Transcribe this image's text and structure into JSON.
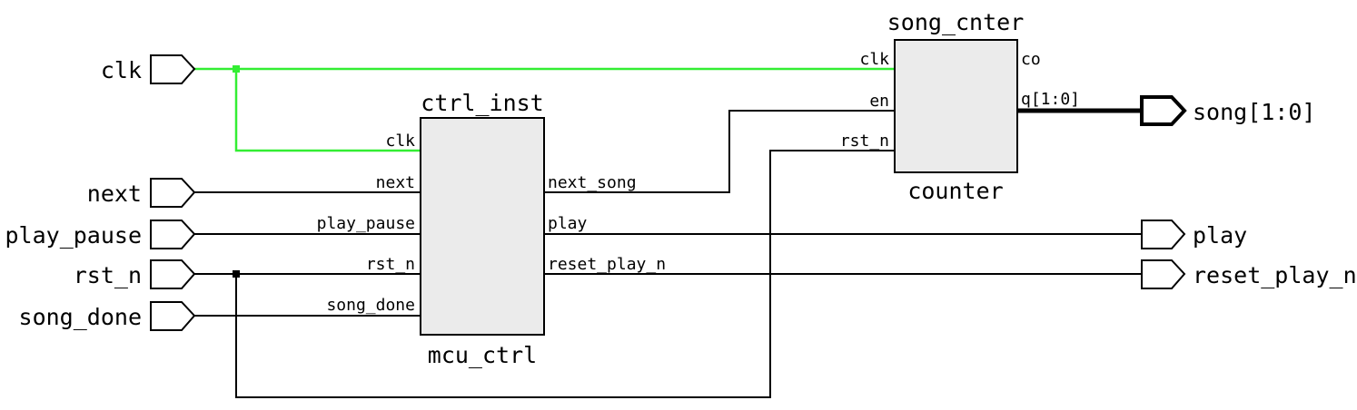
{
  "input_ports": {
    "clk": "clk",
    "next": "next",
    "play_pause": "play_pause",
    "rst_n": "rst_n",
    "song_done": "song_done"
  },
  "output_ports": {
    "song": "song[1:0]",
    "play": "play",
    "reset_play_n": "reset_play_n"
  },
  "ctrl_block": {
    "instance_name": "ctrl_inst",
    "module_name": "mcu_ctrl",
    "inputs": {
      "clk": "clk",
      "next": "next",
      "play_pause": "play_pause",
      "rst_n": "rst_n",
      "song_done": "song_done"
    },
    "outputs": {
      "next_song": "next_song",
      "play": "play",
      "reset_play_n": "reset_play_n"
    }
  },
  "counter_block": {
    "instance_name": "song_cnter",
    "module_name": "counter",
    "inputs": {
      "clk": "clk",
      "en": "en",
      "rst_n": "rst_n"
    },
    "outputs": {
      "co": "co",
      "q": "q[1:0]"
    }
  },
  "colors": {
    "clock_net": "#33ee33",
    "wire": "#000000",
    "block_fill": "#ebebeb"
  }
}
